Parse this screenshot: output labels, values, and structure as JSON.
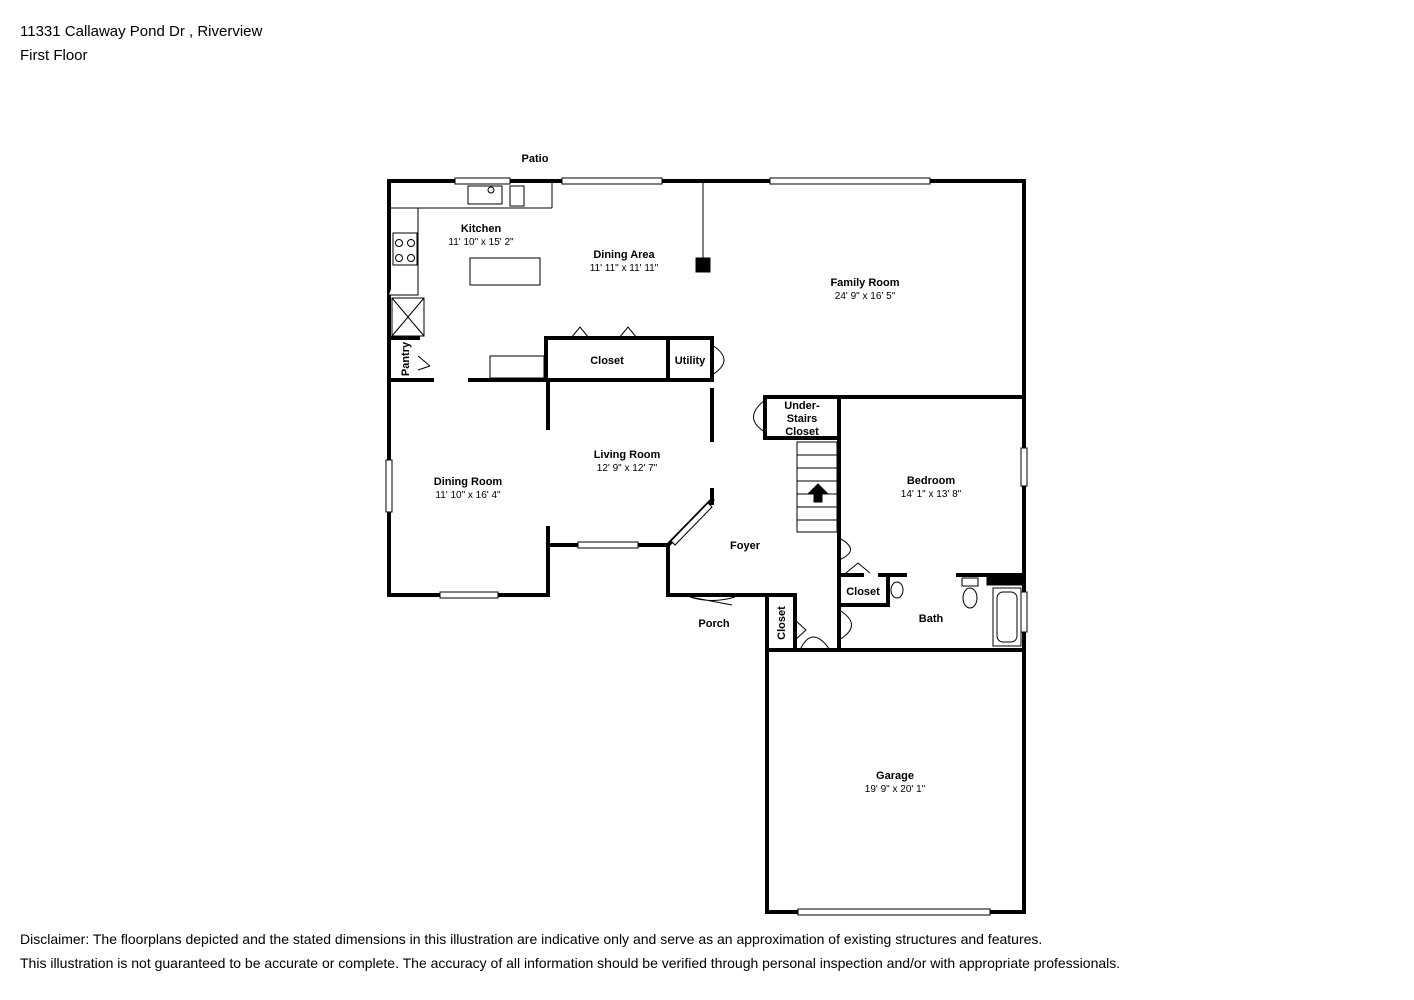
{
  "header": {
    "address": "11331 Callaway Pond Dr , Riverview",
    "floor": "First Floor"
  },
  "rooms": {
    "patio": {
      "name": "Patio"
    },
    "kitchen": {
      "name": "Kitchen",
      "dims": "11' 10\" x 15' 2\""
    },
    "dining_area": {
      "name": "Dining Area",
      "dims": "11' 11\" x 11' 11\""
    },
    "family_room": {
      "name": "Family Room",
      "dims": "24' 9\" x 16' 5\""
    },
    "closet_main": {
      "name": "Closet"
    },
    "utility": {
      "name": "Utility"
    },
    "pantry": {
      "name": "Pantry"
    },
    "under_stairs": {
      "line1": "Under-",
      "line2": "Stairs",
      "line3": "Closet"
    },
    "living_room": {
      "name": "Living Room",
      "dims": "12' 9\" x 12' 7\""
    },
    "dining_room": {
      "name": "Dining Room",
      "dims": "11' 10\" x 16' 4\""
    },
    "bedroom": {
      "name": "Bedroom",
      "dims": "14' 1\" x 13' 8\""
    },
    "foyer": {
      "name": "Foyer"
    },
    "closet_bath": {
      "name": "Closet"
    },
    "bath": {
      "name": "Bath"
    },
    "porch": {
      "name": "Porch"
    },
    "closet_foyer": {
      "name": "Closet"
    },
    "garage": {
      "name": "Garage",
      "dims": "19' 9\" x 20' 1\""
    }
  },
  "disclaimer": {
    "line1": "Disclaimer: The floorplans depicted and the stated dimensions in this illustration are indicative only and serve as an approximation of existing structures and features.",
    "line2": "This illustration is not guaranteed to be accurate or complete. The accuracy of all information should be verified through personal inspection and/or with appropriate professionals."
  }
}
